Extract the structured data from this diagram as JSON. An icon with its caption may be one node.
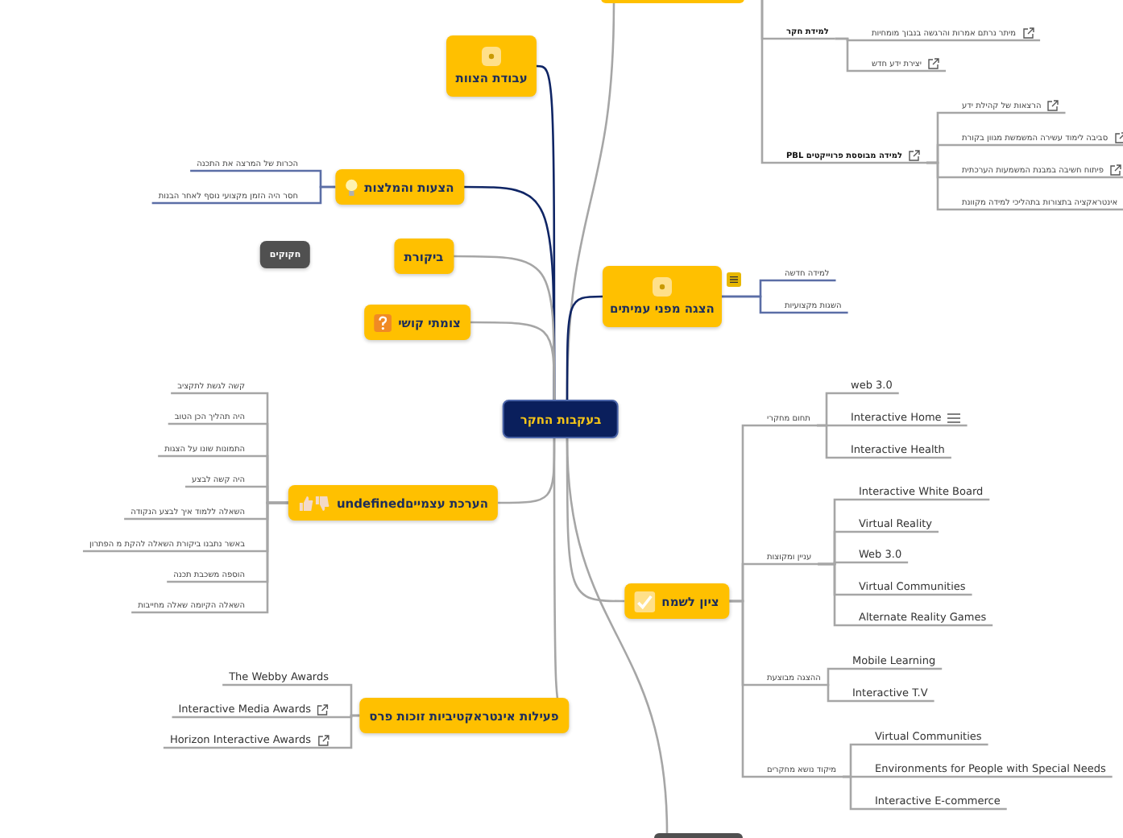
{
  "diagram": {
    "nodes": [
      {
        "text": [
          "בעקבות החקר"
        ]
      },
      {
        "text": [],
        "shape": "box"
      },
      {
        "text": [
          "עבודת הצוות"
        ]
      },
      {
        "text": [
          "הצעות והמלצות"
        ]
      },
      {
        "text": [
          "הכרות של המרצה את התכנה"
        ]
      },
      {
        "text": [
          "חסר היה הזמן מקצועי נוסף לאחר הבנות"
        ]
      },
      {
        "text": [
          "ביקורת"
        ]
      },
      {
        "text": [
          "חקוקים"
        ]
      },
      {
        "text": [
          "צומתי קושי"
        ]
      },
      {
        "text": [
          "הערכת עצמייםundefined"
        ]
      },
      {
        "text": [
          "קשה לגשת לתקציב"
        ]
      },
      {
        "text": [
          "היה תהליך הכן הטוב"
        ]
      },
      {
        "text": [
          "התמונות שונו על הצגות"
        ]
      },
      {
        "text": [
          "היה קשה לבצע"
        ]
      },
      {
        "text": [
          "השאלה ללמוד איך לבצע הנקודה"
        ]
      },
      {
        "text": [
          "באשר נתבנו ביקורת השאלה להקת מ הפתרון"
        ]
      },
      {
        "text": [
          "הוספה משכבת תכנה"
        ]
      },
      {
        "text": [
          "השאלה הקיומה שאלה מחייבות"
        ]
      },
      {
        "text": [
          "פעילות אינטראקטיביות זוכות פרס"
        ]
      },
      {
        "text": [
          "The Webby Awards"
        ]
      },
      {
        "text": [
          "Interactive Media Awards"
        ]
      },
      {
        "text": [
          "Horizon Interactive Awards"
        ]
      },
      {
        "text": [
          "הצגה מפני עמיתים"
        ]
      },
      {
        "text": [
          "למידה חדשה"
        ]
      },
      {
        "text": [
          "השגות מקצועיות"
        ]
      },
      {
        "text": [
          "ציון לשמח"
        ]
      },
      {
        "text": [
          "תחום מחקרי"
        ]
      },
      {
        "text": [
          "web 3.0"
        ]
      },
      {
        "text": [
          "Interactive Home"
        ]
      },
      {
        "text": [
          "Interactive Health"
        ]
      },
      {
        "text": [
          "עניין ומקוצות"
        ]
      },
      {
        "text": [
          "Interactive White Board"
        ]
      },
      {
        "text": [
          "Virtual Reality"
        ]
      },
      {
        "text": [
          "Web 3.0"
        ]
      },
      {
        "text": [
          "Virtual Communities"
        ]
      },
      {
        "text": [
          "Alternate Reality Games"
        ]
      },
      {
        "text": [
          "ההצגה מבוצעת"
        ]
      },
      {
        "text": [
          "Mobile Learning"
        ]
      },
      {
        "text": [
          "Interactive T.V"
        ]
      },
      {
        "text": [
          "מיקוד נושא מחקרים"
        ]
      },
      {
        "text": [
          "Virtual Communities"
        ]
      },
      {
        "text": [
          "Environments for People with Special Needs"
        ]
      },
      {
        "text": [
          "Interactive E-commerce"
        ]
      },
      {
        "text": [
          "למידת חקר"
        ]
      },
      {
        "text": [
          "מיתר נרתם אמרות והרגשה בנבוך מומחיות"
        ]
      },
      {
        "text": [
          "יצירת ידע חדש"
        ]
      },
      {
        "text": [
          "למידה מבוססת פרוייקטים PBL"
        ]
      },
      {
        "text": [
          "הרצאות של קהילת ידע"
        ]
      },
      {
        "text": [
          "סביבה לימוד עשירה המשמשת מגוון בקורת"
        ]
      },
      {
        "text": [
          "פיתוח חשיבה במבנת המשמעות הערכתית"
        ]
      },
      {
        "text": [
          "אינטראקציה בתצורות בתהליכי למידה מקוונת"
        ]
      },
      {
        "text": [],
        "shape": "box"
      }
    ],
    "edges": [
      {
        "from": 0,
        "to": 1,
        "arrow": "none"
      },
      {
        "from": 0,
        "to": 2,
        "arrow": "none",
        "color": "#0f2565"
      },
      {
        "from": 0,
        "to": 3,
        "arrow": "none",
        "color": "#0f2565"
      },
      {
        "from": 0,
        "to": 6,
        "arrow": "none"
      },
      {
        "from": 0,
        "to": 8,
        "arrow": "none"
      },
      {
        "from": 0,
        "to": 9,
        "arrow": "none"
      },
      {
        "from": 0,
        "to": 18,
        "arrow": "none"
      },
      {
        "from": 0,
        "to": 22,
        "arrow": "none",
        "color": "#0f2565"
      },
      {
        "from": 0,
        "to": 25,
        "arrow": "none"
      },
      {
        "from": 0,
        "to": 51,
        "arrow": "none"
      },
      {
        "from": 3,
        "to": 4,
        "arrow": "none",
        "color": "#5b6ea6"
      },
      {
        "from": 3,
        "to": 5,
        "arrow": "none",
        "color": "#5b6ea6"
      },
      {
        "from": 9,
        "to": 10,
        "arrow": "none"
      },
      {
        "from": 9,
        "to": 11,
        "arrow": "none"
      },
      {
        "from": 9,
        "to": 12,
        "arrow": "none"
      },
      {
        "from": 9,
        "to": 13,
        "arrow": "none"
      },
      {
        "from": 9,
        "to": 14,
        "arrow": "none"
      },
      {
        "from": 9,
        "to": 15,
        "arrow": "none"
      },
      {
        "from": 9,
        "to": 16,
        "arrow": "none"
      },
      {
        "from": 9,
        "to": 17,
        "arrow": "none"
      },
      {
        "from": 18,
        "to": 19,
        "arrow": "none"
      },
      {
        "from": 18,
        "to": 20,
        "arrow": "none"
      },
      {
        "from": 18,
        "to": 21,
        "arrow": "none"
      },
      {
        "from": 22,
        "to": 23,
        "arrow": "none",
        "color": "#5b6ea6"
      },
      {
        "from": 22,
        "to": 24,
        "arrow": "none",
        "color": "#5b6ea6"
      },
      {
        "from": 25,
        "to": 26,
        "arrow": "none"
      },
      {
        "from": 26,
        "to": 27,
        "arrow": "none"
      },
      {
        "from": 26,
        "to": 28,
        "arrow": "none"
      },
      {
        "from": 26,
        "to": 29,
        "arrow": "none"
      },
      {
        "from": 25,
        "to": 30,
        "arrow": "none"
      },
      {
        "from": 30,
        "to": 31,
        "arrow": "none"
      },
      {
        "from": 30,
        "to": 32,
        "arrow": "none"
      },
      {
        "from": 30,
        "to": 33,
        "arrow": "none"
      },
      {
        "from": 30,
        "to": 34,
        "arrow": "none"
      },
      {
        "from": 30,
        "to": 35,
        "arrow": "none"
      },
      {
        "from": 25,
        "to": 36,
        "arrow": "none"
      },
      {
        "from": 36,
        "to": 37,
        "arrow": "none"
      },
      {
        "from": 36,
        "to": 38,
        "arrow": "none"
      },
      {
        "from": 25,
        "to": 39,
        "arrow": "none"
      },
      {
        "from": 39,
        "to": 40,
        "arrow": "none"
      },
      {
        "from": 39,
        "to": 41,
        "arrow": "none"
      },
      {
        "from": 39,
        "to": 42,
        "arrow": "none"
      },
      {
        "from": 1,
        "to": 43,
        "arrow": "none"
      },
      {
        "from": 43,
        "to": 44,
        "arrow": "none"
      },
      {
        "from": 43,
        "to": 45,
        "arrow": "none"
      },
      {
        "from": 1,
        "to": 46,
        "arrow": "none"
      },
      {
        "from": 46,
        "to": 47,
        "arrow": "none"
      },
      {
        "from": 46,
        "to": 48,
        "arrow": "none"
      },
      {
        "from": 46,
        "to": 49,
        "arrow": "none"
      },
      {
        "from": 46,
        "to": 50,
        "arrow": "none"
      }
    ]
  }
}
